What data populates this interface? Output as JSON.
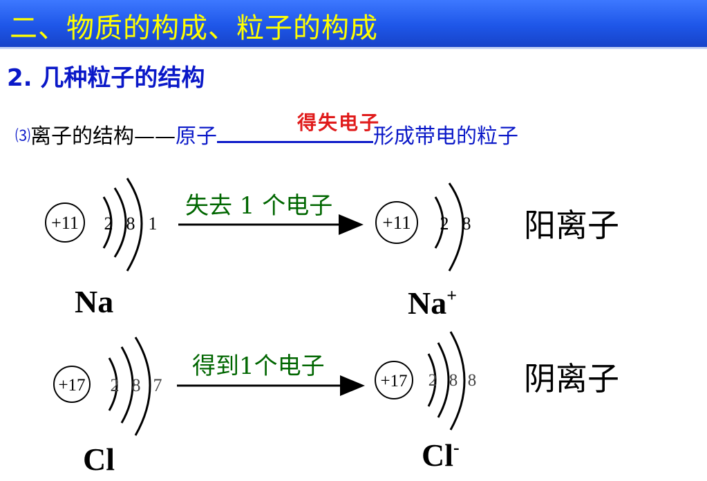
{
  "header": {
    "title": "二、物质的构成、粒子的构成"
  },
  "section": {
    "title": "2. 几种粒子的结构"
  },
  "statement": {
    "number": "⑶",
    "lead": "离子的结构",
    "dash": "——",
    "subject": "原子",
    "answer": "得失电子",
    "tail": "形成带电的粒子"
  },
  "reactions": [
    {
      "atom": {
        "nucleus": "+11",
        "shells": [
          "2",
          "8",
          "1"
        ],
        "symbol": "Na",
        "charge": ""
      },
      "arrow_label": "失去 1 个电子",
      "ion": {
        "nucleus": "+11",
        "shells": [
          "2",
          "8"
        ],
        "symbol": "Na",
        "charge": "+"
      },
      "ion_type": "阳离子"
    },
    {
      "atom": {
        "nucleus": "+17",
        "shells": [
          "2",
          "8",
          "7"
        ],
        "symbol": "Cl",
        "charge": ""
      },
      "arrow_label": "得到1个电子",
      "ion": {
        "nucleus": "+17",
        "shells": [
          "2",
          "8",
          "8"
        ],
        "symbol": "Cl",
        "charge": "-"
      },
      "ion_type": "阴离子"
    }
  ]
}
